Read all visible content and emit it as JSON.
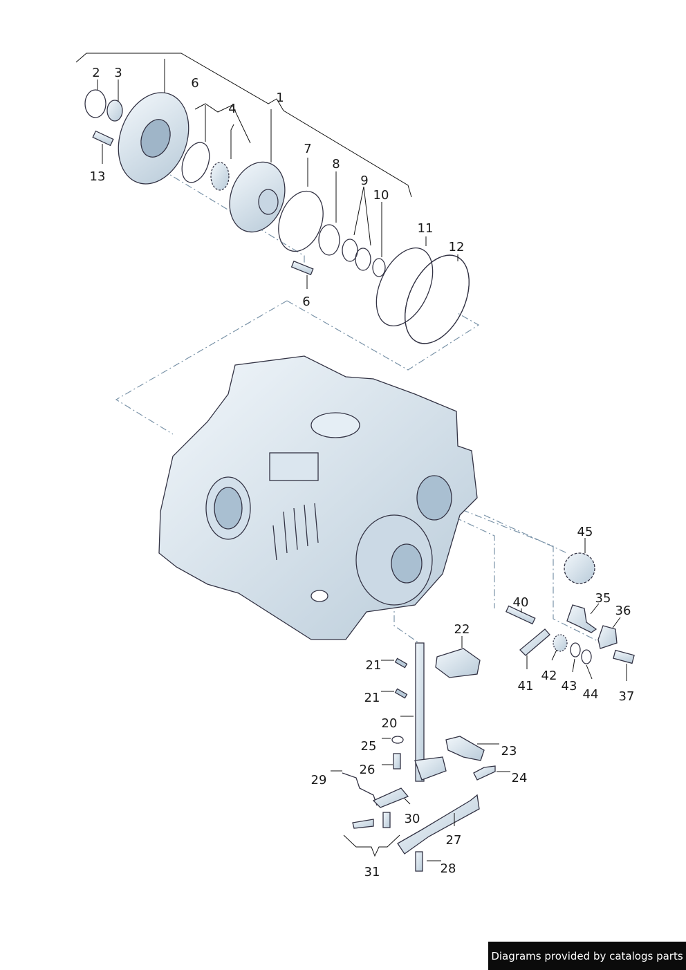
{
  "callouts": [
    {
      "id": "1",
      "text": "1"
    },
    {
      "id": "2",
      "text": "2"
    },
    {
      "id": "3",
      "text": "3"
    },
    {
      "id": "4",
      "text": "4"
    },
    {
      "id": "6a",
      "text": "6"
    },
    {
      "id": "6b",
      "text": "6"
    },
    {
      "id": "7",
      "text": "7"
    },
    {
      "id": "8",
      "text": "8"
    },
    {
      "id": "9",
      "text": "9"
    },
    {
      "id": "10",
      "text": "10"
    },
    {
      "id": "11",
      "text": "11"
    },
    {
      "id": "12",
      "text": "12"
    },
    {
      "id": "13",
      "text": "13"
    },
    {
      "id": "20",
      "text": "20"
    },
    {
      "id": "21a",
      "text": "21"
    },
    {
      "id": "21b",
      "text": "21"
    },
    {
      "id": "22",
      "text": "22"
    },
    {
      "id": "23",
      "text": "23"
    },
    {
      "id": "24",
      "text": "24"
    },
    {
      "id": "25",
      "text": "25"
    },
    {
      "id": "26",
      "text": "26"
    },
    {
      "id": "27",
      "text": "27"
    },
    {
      "id": "28",
      "text": "28"
    },
    {
      "id": "29",
      "text": "29"
    },
    {
      "id": "30",
      "text": "30"
    },
    {
      "id": "31",
      "text": "31"
    },
    {
      "id": "35",
      "text": "35"
    },
    {
      "id": "36",
      "text": "36"
    },
    {
      "id": "37",
      "text": "37"
    },
    {
      "id": "40",
      "text": "40"
    },
    {
      "id": "41",
      "text": "41"
    },
    {
      "id": "42",
      "text": "42"
    },
    {
      "id": "43",
      "text": "43"
    },
    {
      "id": "44",
      "text": "44"
    },
    {
      "id": "45",
      "text": "45"
    }
  ],
  "credit": "Diagrams provided by catalogs parts",
  "colors": {
    "part_fill": "#dfe9f1",
    "part_shade": "#b7c9d8",
    "outline": "#334455",
    "dash": "#7a93a8"
  }
}
